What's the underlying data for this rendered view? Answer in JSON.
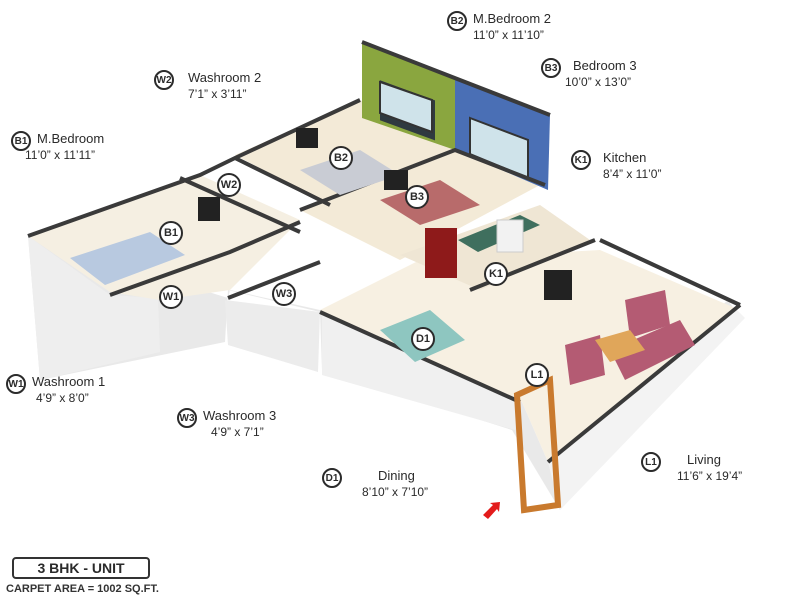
{
  "title": "3 BHK - UNIT",
  "carpet_area": "CARPET AREA = 1002 SQ.FT.",
  "colors": {
    "wall_green": "#8aa63f",
    "wall_blue": "#4a6fb5",
    "wall_top": "#3a3a3a",
    "wall_white": "#f2f2f2",
    "floor": "#f4ecd8",
    "sofa": "#b45b73",
    "fridge": "#8e1a1a",
    "wood": "#c97a2e",
    "entry_arrow": "#e31b1b"
  },
  "rooms": [
    {
      "code": "B1",
      "name": "M.Bedroom",
      "dims": "11’0” x 11’11”"
    },
    {
      "code": "B2",
      "name": "M.Bedroom 2",
      "dims": "11’0” x 11’10”"
    },
    {
      "code": "B3",
      "name": "Bedroom 3",
      "dims": "10’0” x 13’0”"
    },
    {
      "code": "W1",
      "name": "Washroom 1",
      "dims": "4’9” x 8’0”"
    },
    {
      "code": "W2",
      "name": "Washroom 2",
      "dims": "7’1” x 3’11”"
    },
    {
      "code": "W3",
      "name": "Washroom 3",
      "dims": "4’9” x 7’1”"
    },
    {
      "code": "K1",
      "name": "Kitchen",
      "dims": "8’4” x 11’0”"
    },
    {
      "code": "D1",
      "name": "Dining",
      "dims": "8’10” x 7’10”"
    },
    {
      "code": "L1",
      "name": "Living",
      "dims": "11’6” x 19’4”"
    }
  ]
}
